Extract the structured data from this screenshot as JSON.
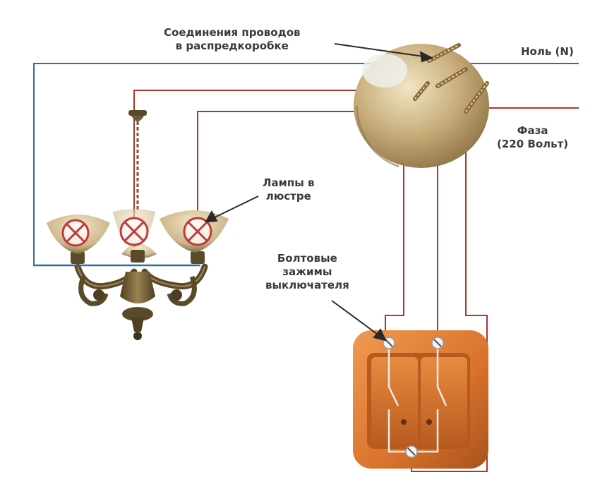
{
  "labels": {
    "junction_connections": [
      "Соединения проводов",
      "в распредкоробке"
    ],
    "neutral": "Ноль (N)",
    "phase": [
      "Фаза",
      "(220 Вольт)"
    ],
    "lamps": [
      "Лампы в",
      "люстре"
    ],
    "switch_clamps": [
      "Болтовые",
      "зажимы",
      "выключателя"
    ]
  },
  "colors": {
    "neutral_wire": "#2d6f9e",
    "live_wire": "#b0342c",
    "switch_wire": "#c9c9c9",
    "junction_box": "#c8ad7a",
    "switch_body": "#d8722c",
    "chandelier": "#6e5a34",
    "lamp_mark": "#c0393b",
    "text": "#3a3a3a"
  },
  "icons": [
    "junction-box-icon",
    "chandelier-icon",
    "lamp-cross-icon",
    "double-switch-icon",
    "screw-terminal-icon"
  ]
}
